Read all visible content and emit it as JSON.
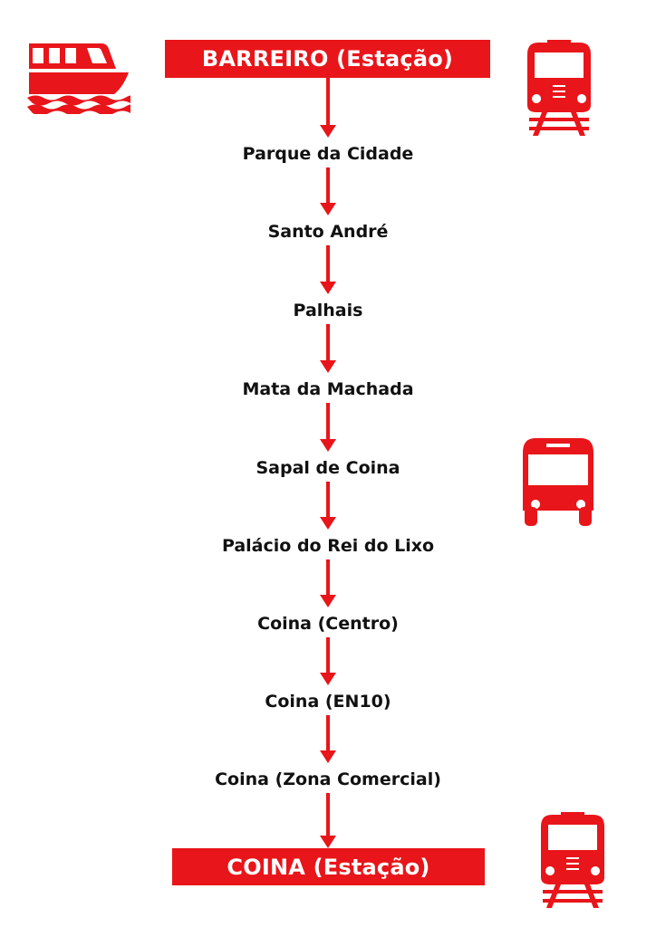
{
  "route": {
    "origin": "BARREIRO (Estação)",
    "destination": "COINA (Estação)",
    "stops": [
      "Parque da Cidade",
      "Santo André",
      "Palhais",
      "Mata da Machada",
      "Sapal de Coina",
      "Palácio do Rei do Lixo",
      "Coina (Centro)",
      "Coina (EN10)",
      "Coina (Zona Comercial)"
    ]
  },
  "icons": [
    "ferry-icon",
    "train-icon",
    "bus-icon",
    "train-icon"
  ],
  "colors": {
    "accent": "#e8151a",
    "text": "#111111"
  }
}
